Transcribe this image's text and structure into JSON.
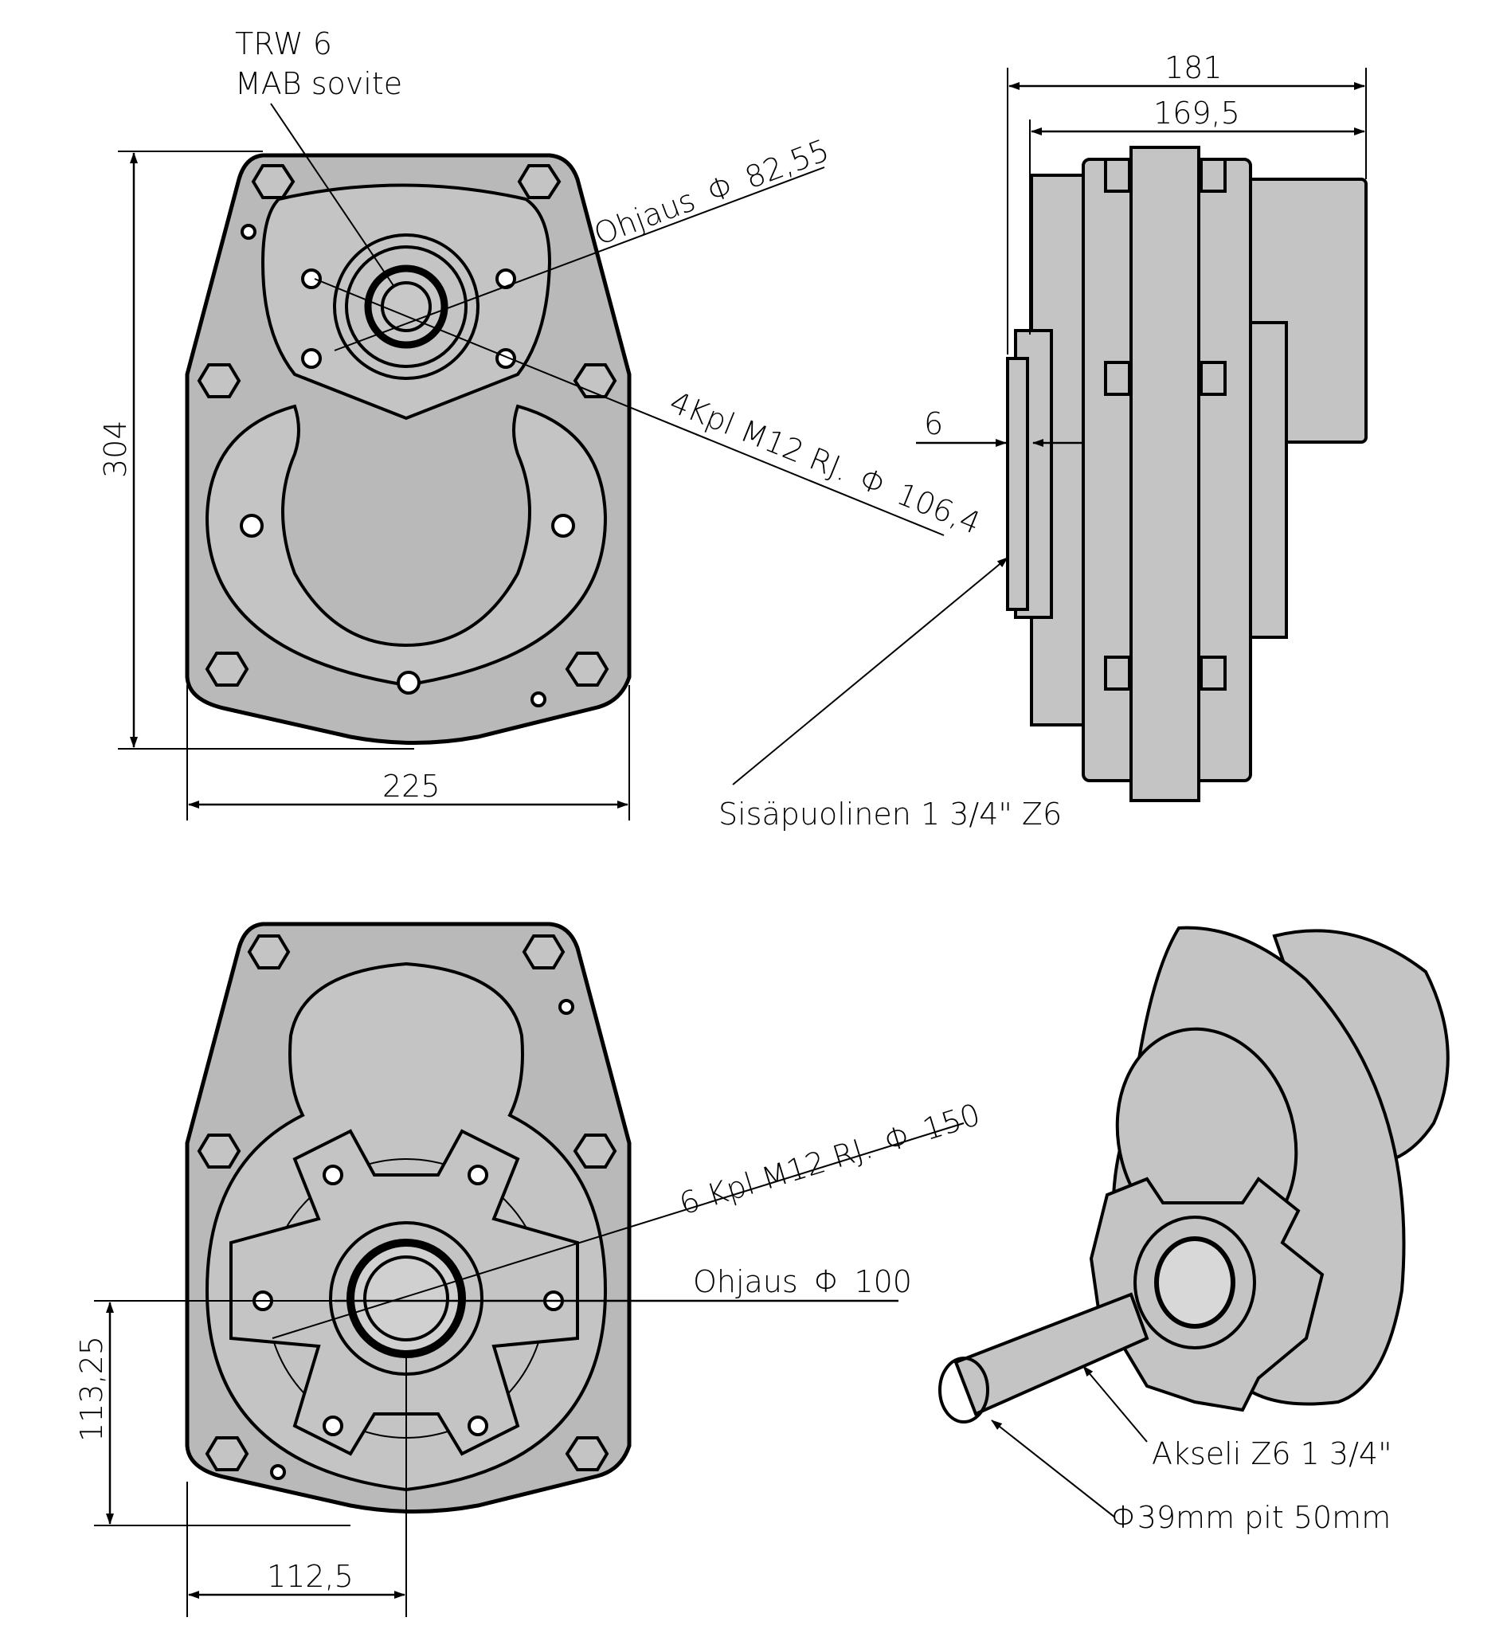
{
  "drawing": {
    "top_left_view": {
      "callout_adapter": [
        "TRW 6",
        "MAB sovite"
      ],
      "pilot_label": "Ohjaus",
      "pilot_diameter": "82,55",
      "bolt_pattern_label": "4Kpl M12 RJ.",
      "bolt_pattern_diameter": "106,4",
      "height_dim": "304",
      "width_dim": "225"
    },
    "side_view": {
      "overall_depth_dim": "181",
      "body_depth_dim": "169,5",
      "offset_dim": "6",
      "bore_callout": "Sisäpuolinen 1 3/4\" Z6"
    },
    "bottom_left_view": {
      "bolt_pattern_label": "6 Kpl M12 RJ.",
      "bolt_pattern_diameter": "150",
      "pilot_label": "Ohjaus",
      "pilot_diameter": "100",
      "shaft_height_dim": "113,25",
      "shaft_offset_dim": "112,5"
    },
    "iso_view": {
      "shaft_callout": "Akseli Z6 1 3/4\"",
      "shaft_end_callout": "39mm pit 50mm"
    },
    "diameter_symbol": "Φ",
    "colors": {
      "body": "#b9b9b9",
      "part": "#c4c4c4",
      "dark": "#7a7a7a",
      "line": "#000000"
    }
  }
}
